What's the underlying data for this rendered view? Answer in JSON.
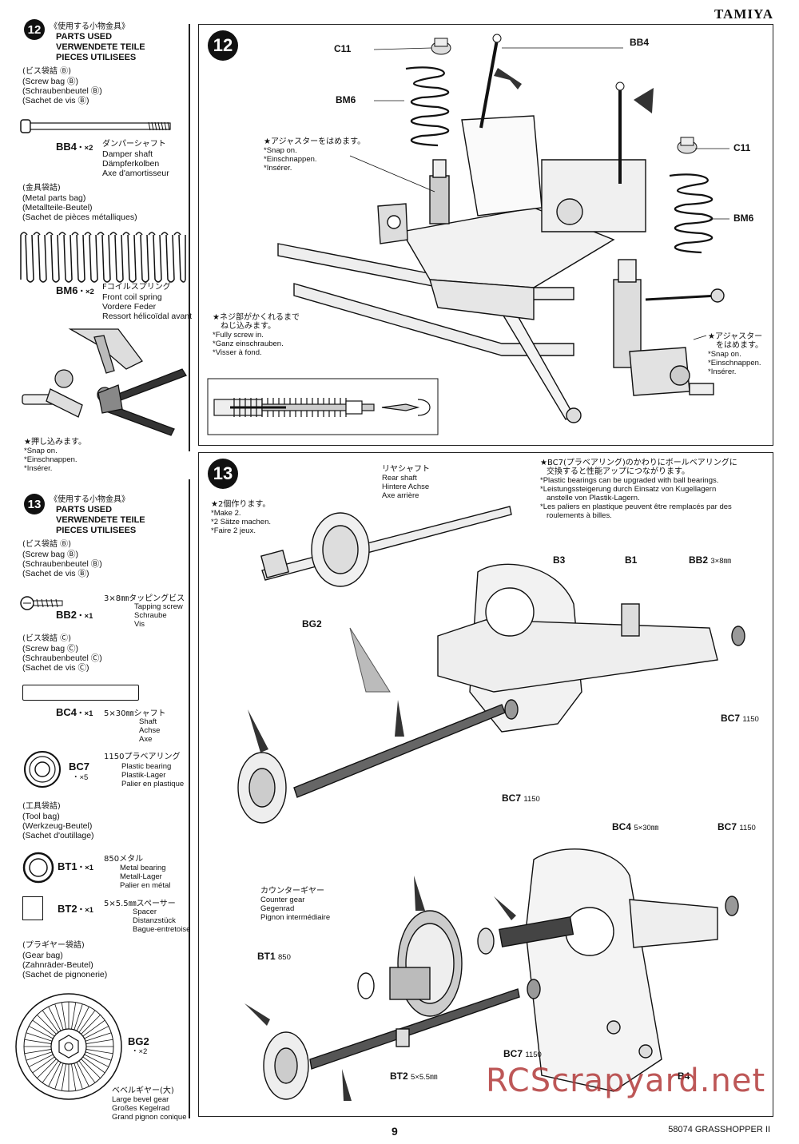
{
  "brand": "TAMIYA",
  "left": {
    "s12": {
      "num": "12",
      "jp": "《使用する小物金具》",
      "title_en": "PARTS USED",
      "title_de": "VERWENDETE TEILE",
      "title_fr": "PIECES UTILISEES",
      "bag1_jp": "(ビス袋詰 Ⓑ)",
      "bag1_en": "(Screw bag Ⓑ)",
      "bag1_de": "(Schraubenbeutel Ⓑ)",
      "bag1_fr": "(Sachet de vis Ⓑ)",
      "bb4_code": "BB4",
      "bb4_qty": "・×2",
      "bb4_jp": "ダンパーシャフト",
      "bb4_en": "Damper shaft",
      "bb4_de": "Dämpferkolben",
      "bb4_fr": "Axe d'amortisseur",
      "bag2_jp": "(金具袋詰)",
      "bag2_en": "(Metal parts bag)",
      "bag2_de": "(Metallteile-Beutel)",
      "bag2_fr": "(Sachet de pièces métalliques)",
      "bm6_code": "BM6",
      "bm6_qty": "・×2",
      "bm6_jp": "Fコイルスプリング",
      "bm6_en": "Front coil spring",
      "bm6_de": "Vordere Feder",
      "bm6_fr": "Ressort hélicoïdal avant",
      "push_jp": "★押し込みます。",
      "push_en": "*Snap on.",
      "push_de": "*Einschnappen.",
      "push_fr": "*Insérer."
    },
    "s13": {
      "num": "13",
      "jp": "《使用する小物金具》",
      "title_en": "PARTS USED",
      "title_de": "VERWENDETE TEILE",
      "title_fr": "PIECES UTILISEES",
      "bag1_jp": "(ビス袋詰 Ⓑ)",
      "bag1_en": "(Screw bag Ⓑ)",
      "bag1_de": "(Schraubenbeutel Ⓑ)",
      "bag1_fr": "(Sachet de vis Ⓑ)",
      "bb2_code": "BB2",
      "bb2_qty": "・×1",
      "bb2_jp": "3×8㎜タッピングビス",
      "bb2_en": "Tapping screw",
      "bb2_de": "Schraube",
      "bb2_fr": "Vis",
      "bag2_jp": "(ビス袋詰 Ⓒ)",
      "bag2_en": "(Screw bag Ⓒ)",
      "bag2_de": "(Schraubenbeutel Ⓒ)",
      "bag2_fr": "(Sachet de vis Ⓒ)",
      "bc4_code": "BC4",
      "bc4_qty": "・×1",
      "bc4_jp": "5×30㎜シャフト",
      "bc4_en": "Shaft",
      "bc4_de": "Achse",
      "bc4_fr": "Axe",
      "bc7_code": "BC7",
      "bc7_qty": "・×5",
      "bc7_jp": "1150プラベアリング",
      "bc7_en": "Plastic bearing",
      "bc7_de": "Plastik-Lager",
      "bc7_fr": "Palier en plastique",
      "bag3_jp": "(工具袋詰)",
      "bag3_en": "(Tool bag)",
      "bag3_de": "(Werkzeug-Beutel)",
      "bag3_fr": "(Sachet d'outillage)",
      "bt1_code": "BT1",
      "bt1_qty": "・×1",
      "bt1_jp": "850メタル",
      "bt1_en": "Metal bearing",
      "bt1_de": "Metall-Lager",
      "bt1_fr": "Palier en métal",
      "bt2_code": "BT2",
      "bt2_qty": "・×1",
      "bt2_jp": "5×5.5㎜スペーサー",
      "bt2_en": "Spacer",
      "bt2_de": "Distanzstück",
      "bt2_fr": "Bague-entretoise",
      "bag4_jp": "(プラギヤー袋詰)",
      "bag4_en": "(Gear bag)",
      "bag4_de": "(Zahnräder-Beutel)",
      "bag4_fr": "(Sachet de pignonerie)",
      "bg2_code": "BG2",
      "bg2_qty": "・×2",
      "bg2_jp": "ベベルギヤー(大)",
      "bg2_en": "Large bevel gear",
      "bg2_de": "Großes Kegelrad",
      "bg2_fr": "Grand pignon conique"
    }
  },
  "p12": {
    "num": "12",
    "c11_a": "C11",
    "c11_b": "C11",
    "bm6_a": "BM6",
    "bm6_b": "BM6",
    "bb4": "BB4",
    "adj_jp": "★アジャスターをはめます。",
    "adj_en": "*Snap on.",
    "adj_de": "*Einschnappen.",
    "adj_fr": "*Insérer.",
    "adj2_jp1": "★アジャスター",
    "adj2_jp2": "をはめます。",
    "adj2_en": "*Snap on.",
    "adj2_de": "*Einschnappen.",
    "adj2_fr": "*Insérer.",
    "screw_jp1": "★ネジ部がかくれるまで",
    "screw_jp2": "ねじ込みます。",
    "screw_en": "*Fully screw in.",
    "screw_de": "*Ganz einschrauben.",
    "screw_fr": "*Visser à fond."
  },
  "p13": {
    "num": "13",
    "make_jp": "★2個作ります。",
    "make_en": "*Make 2.",
    "make_de": "*2 Sätze machen.",
    "make_fr": "*Faire 2 jeux.",
    "rear_jp": "リヤシャフト",
    "rear_en": "Rear shaft",
    "rear_de": "Hintere Achse",
    "rear_fr": "Axe arrière",
    "note_jp1": "★BC7(プラベアリング)のかわりにボールベアリングに",
    "note_jp2": "交換すると性能アップにつながります。",
    "note_en": "*Plastic bearings can be upgraded with ball bearings.",
    "note_de1": "*Leistungssteigerung durch Einsatz von Kugellagern",
    "note_de2": "anstelle von Plastik-Lagern.",
    "note_fr1": "*Les paliers en plastique peuvent être remplacés par des",
    "note_fr2": "roulements à billes.",
    "b3": "B3",
    "b1": "B1",
    "bb2": "BB2",
    "bb2_size": "3×8㎜",
    "bg2": "BG2",
    "bc7_a": "BC7",
    "bc7_a_sub": "1150",
    "bc7_b": "BC7",
    "bc7_b_sub": "1150",
    "bc4": "BC4",
    "bc4_size": "5×30㎜",
    "bc7_c": "BC7",
    "bc7_c_sub": "1150",
    "counter_jp": "カウンターギヤー",
    "counter_en": "Counter gear",
    "counter_de": "Gegenrad",
    "counter_fr": "Pignon intermédiaire",
    "bt1": "BT1",
    "bt1_sub": "850",
    "bc7_d": "BC7",
    "bc7_d_sub": "1150",
    "bt2": "BT2",
    "bt2_size": "5×5.5㎜",
    "b4": "B4"
  },
  "footer": {
    "page": "9",
    "model": "58074 GRASSHOPPER II"
  },
  "watermark": "RCScrapyard.net"
}
